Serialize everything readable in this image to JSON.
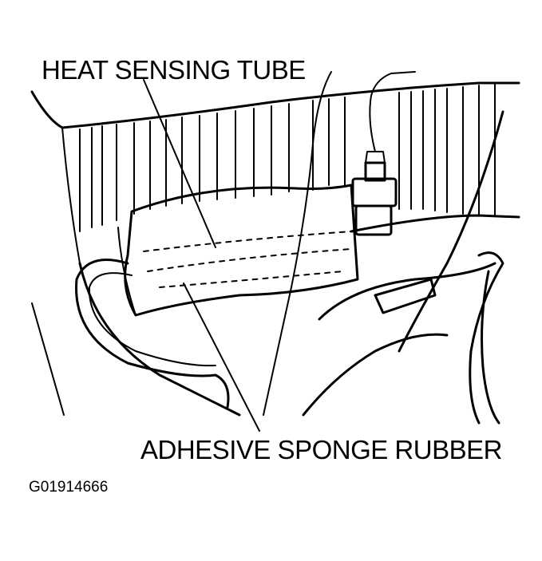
{
  "labels": {
    "heat_sensing_tube": "HEAT SENSING TUBE",
    "adhesive_sponge_rubber": "ADHESIVE SPONGE RUBBER",
    "figure_id": "G01914666"
  },
  "colors": {
    "ink": "#000000",
    "background": "#ffffff"
  }
}
